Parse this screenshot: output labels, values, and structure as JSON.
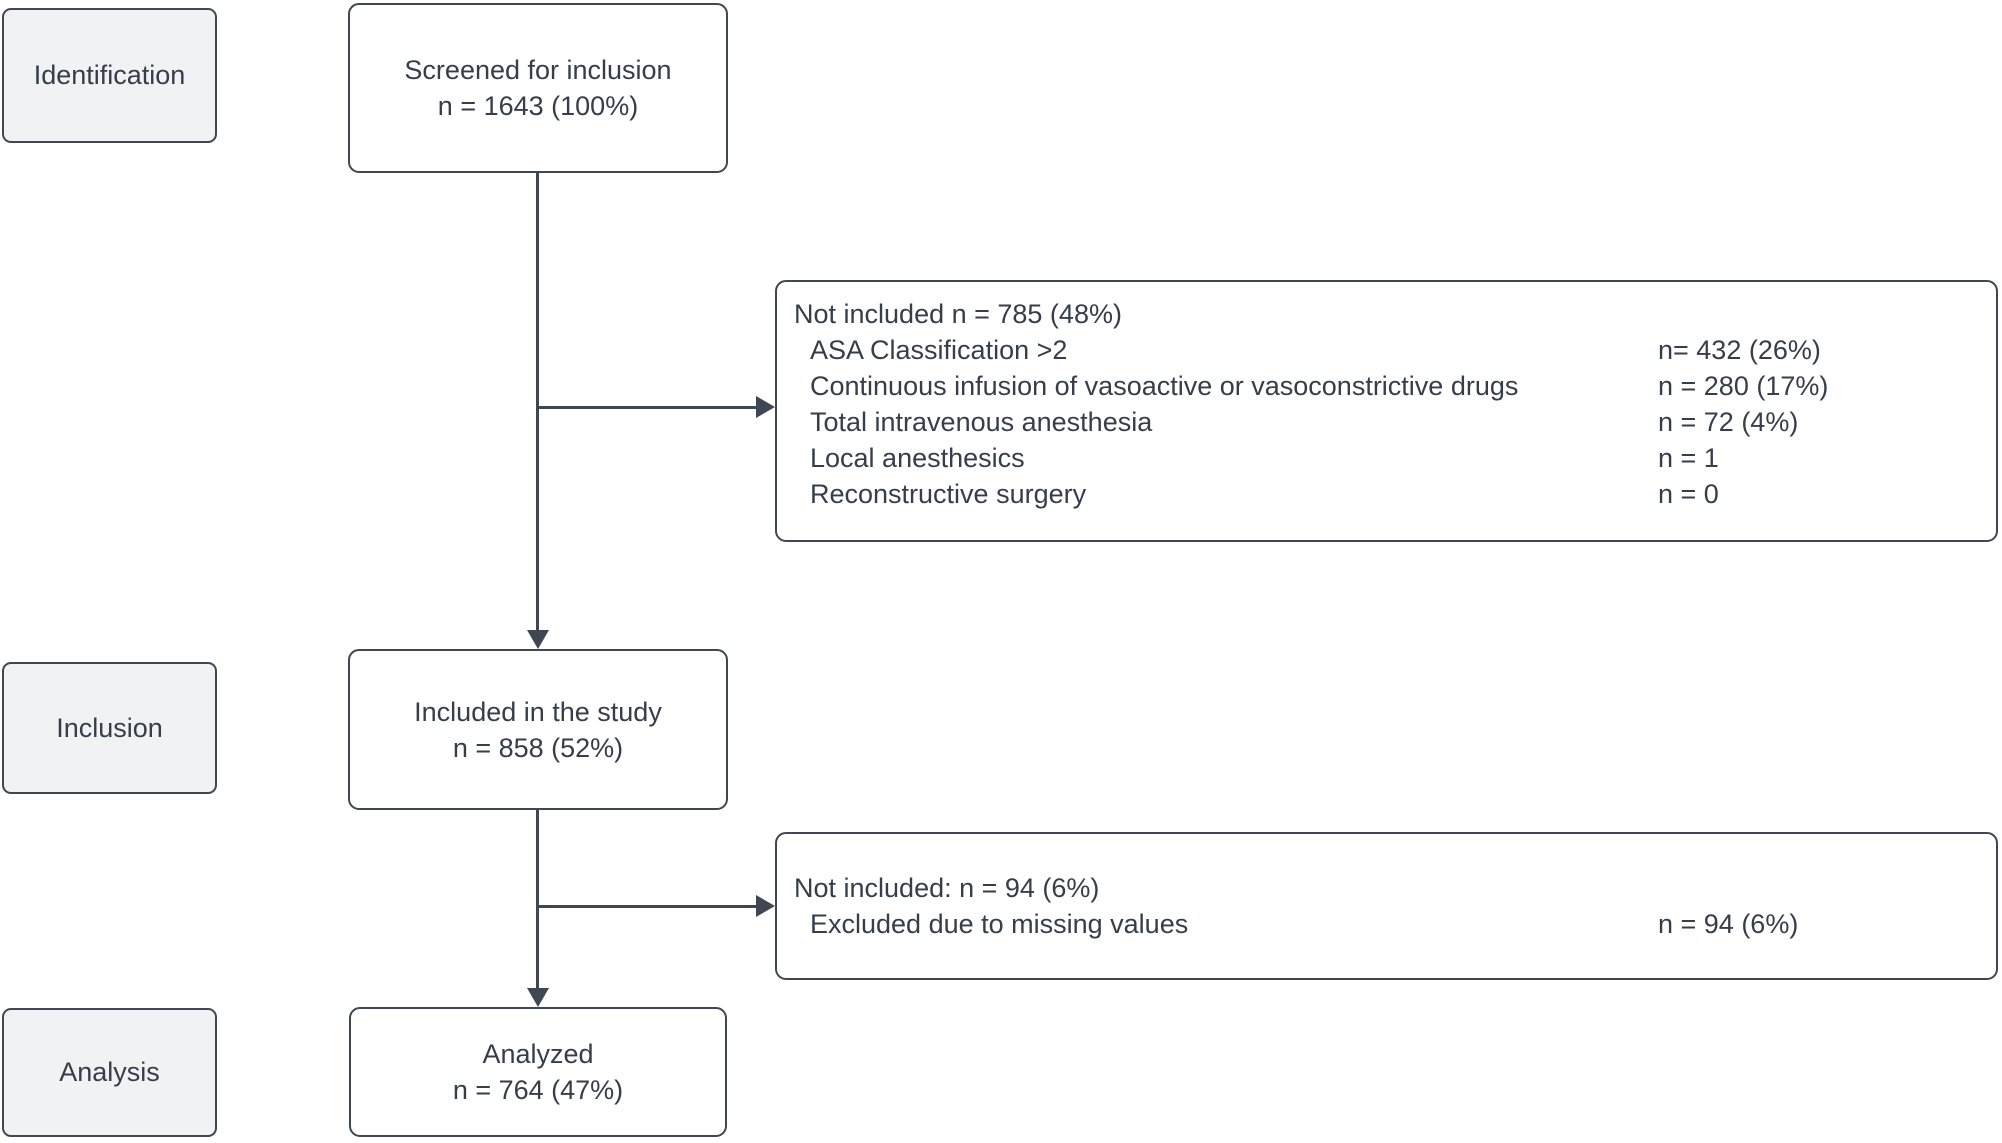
{
  "diagram": {
    "stages": [
      {
        "label": "Identification"
      },
      {
        "label": "Inclusion"
      },
      {
        "label": "Analysis"
      }
    ],
    "flow_boxes": [
      {
        "title": "Screened for inclusion",
        "n": "n = 1643 (100%)"
      },
      {
        "title": "Included in the study",
        "n": "n = 858 (52%)"
      },
      {
        "title": "Analyzed",
        "n": "n = 764 (47%)"
      }
    ],
    "exclusion_boxes": [
      {
        "header": "Not included n = 785 (48%)",
        "items": [
          {
            "label": "ASA Classification >2",
            "value": "n= 432 (26%)"
          },
          {
            "label": "Continuous infusion of vasoactive or vasoconstrictive drugs",
            "value": "n = 280 (17%)"
          },
          {
            "label": "Total intravenous anesthesia",
            "value": "n = 72 (4%)"
          },
          {
            "label": "Local anesthesics",
            "value": "n = 1"
          },
          {
            "label": "Reconstructive surgery",
            "value": "n = 0"
          }
        ]
      },
      {
        "header": "Not included: n = 94 (6%)",
        "items": [
          {
            "label": "Excluded due to missing values",
            "value": "n = 94 (6%)"
          }
        ]
      }
    ],
    "colors": {
      "border": "#3f4752",
      "label_fill": "#f1f2f4",
      "box_fill": "#ffffff",
      "text": "#353e4a",
      "arrow": "#3f4752"
    }
  }
}
